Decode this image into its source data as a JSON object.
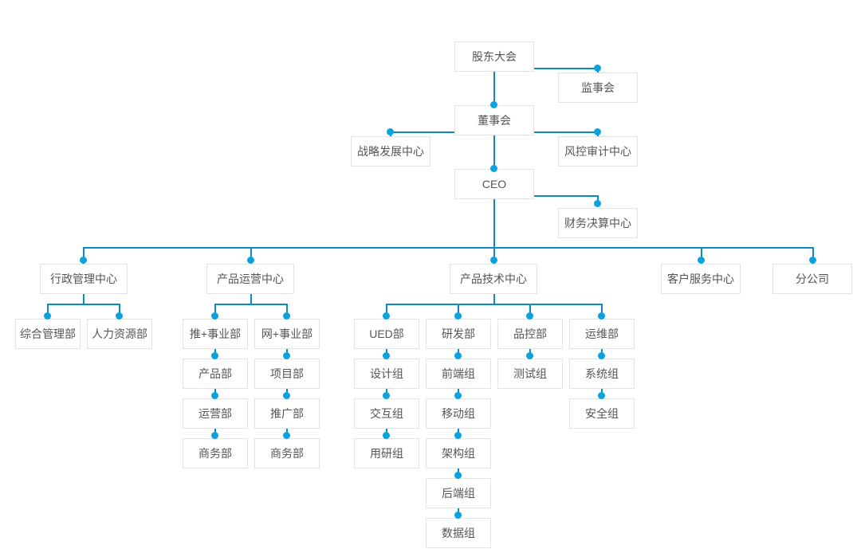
{
  "chart_title": "",
  "colors": {
    "connector": "#0b8ac4",
    "dot": "#0aa3e0",
    "node_border": "#e3e3e3",
    "node_text": "#555555",
    "background": "#ffffff"
  },
  "nodes": {
    "shareholders_meeting": "股东大会",
    "board_of_supervisors": "监事会",
    "board_of_directors": "董事会",
    "strategy_development_center": "战略发展中心",
    "risk_control_audit_center": "风控审计中心",
    "ceo": "CEO",
    "finance_settlement_center": "财务决算中心",
    "admin_management_center": "行政管理中心",
    "product_operation_center": "产品运营中心",
    "product_technology_center": "产品技术中心",
    "customer_service_center": "客户服务中心",
    "branch_company": "分公司",
    "general_management_dept": "综合管理部",
    "human_resources_dept": "人力资源部",
    "tui_business_unit": "推+事业部",
    "wang_business_unit": "网+事业部",
    "product_dept": "产品部",
    "project_dept": "项目部",
    "operation_dept": "运营部",
    "promotion_dept": "推广部",
    "business_dept_left": "商务部",
    "business_dept_right": "商务部",
    "ued_dept": "UED部",
    "rnd_dept": "研发部",
    "qc_dept": "品控部",
    "ops_dept": "运维部",
    "design_group": "设计组",
    "frontend_group": "前端组",
    "testing_group": "测试组",
    "system_group": "系统组",
    "interaction_group": "交互组",
    "mobile_group": "移动组",
    "security_group": "安全组",
    "user_research_group": "用研组",
    "architecture_group": "架构组",
    "backend_group": "后端组",
    "data_group": "数据组"
  }
}
